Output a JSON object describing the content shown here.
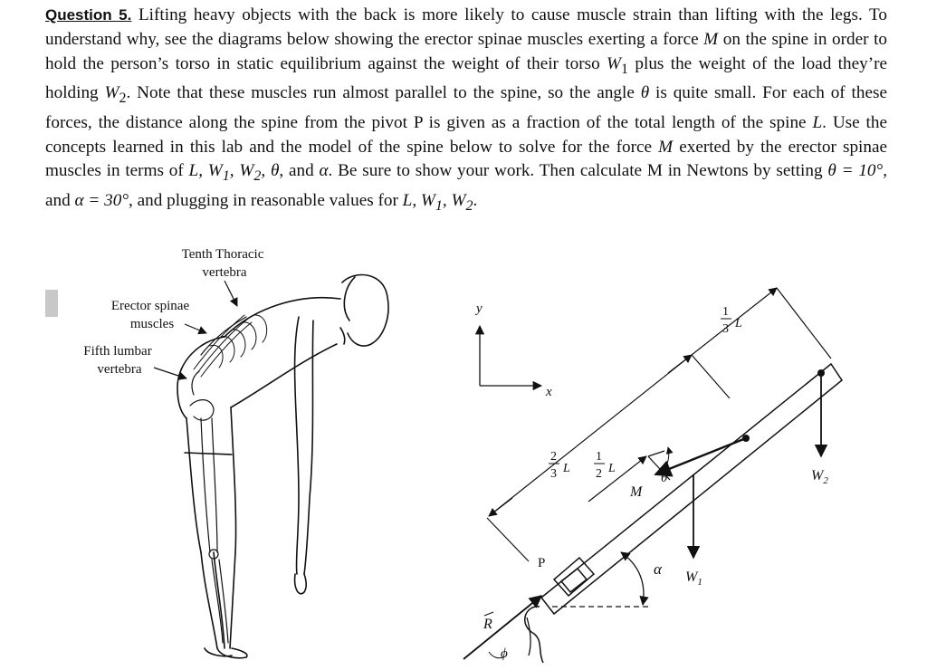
{
  "question": {
    "label": "Question 5.",
    "p1": " Lifting heavy objects with the back is more likely to cause muscle strain than lifting with the legs. To understand why, see the diagrams below showing the erector spinae muscles exerting a force ",
    "M": "M",
    "p2": " on the spine in order to hold the person’s torso in static equilibrium against the weight of their torso ",
    "W1": "W",
    "sub1": "1",
    "p3": " plus the weight of the load they’re holding ",
    "W2": "W",
    "sub2": "2",
    "p4": ". Note that these muscles run almost parallel to the spine, so the angle ",
    "theta": "θ",
    "p5": " is quite small. For each of these forces, the distance along the spine from the pivot P is given as a fraction of the total length of the spine ",
    "L": "L",
    "p6": ". Use the concepts learned in this lab and the model of the spine below to solve for the force ",
    "M2": "M",
    "p7": " exerted by the erector spinae muscles in terms of ",
    "vars": "L, W",
    "p8": ". Be sure to show your work. Then calculate M in Newtons by setting ",
    "theta_eq": "θ = 10°",
    "p9": ", and ",
    "alpha_eq": "α = 30°",
    "p10": ", and plugging in reasonable values for ",
    "p11": "."
  },
  "figure_left": {
    "label_tenth_line1": "Tenth Thoracic",
    "label_tenth_line2": "vertebra",
    "label_erector_line1": "Erector spinae",
    "label_erector_line2": "muscles",
    "label_lumbar_line1": "Fifth lumbar",
    "label_lumbar_line2": "vertebra"
  },
  "figure_right": {
    "axis_y": "y",
    "axis_x": "x",
    "frac_two_thirds_num": "2",
    "frac_two_thirds_den": "3",
    "frac_half_num": "1",
    "frac_half_den": "2",
    "frac_third_num": "1",
    "frac_third_den": "3",
    "L": "L",
    "theta": "θ",
    "M": "M",
    "W2": "W",
    "W2_sub": "2",
    "W1": "W",
    "W1_sub": "1",
    "alpha": "α",
    "P": "P",
    "R": "R",
    "phi": "ϕ"
  }
}
